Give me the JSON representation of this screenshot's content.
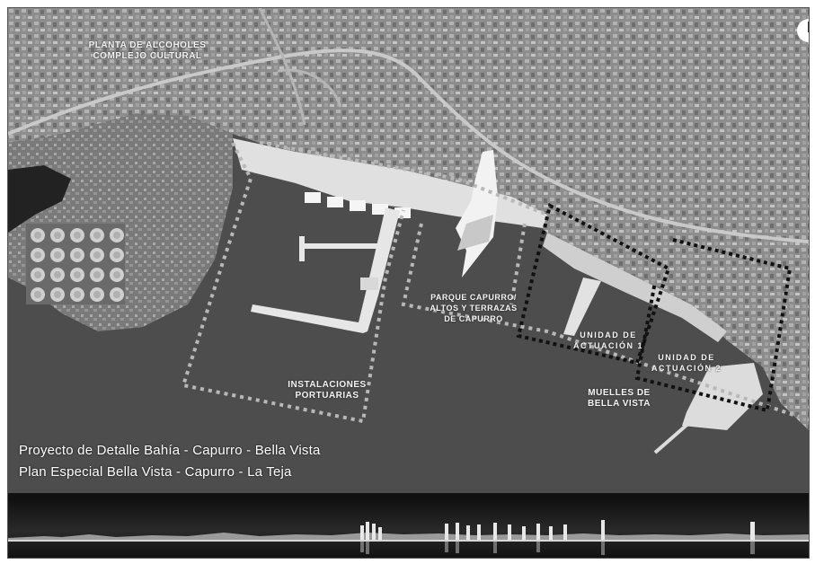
{
  "labels": {
    "planta": [
      "PLANTA DE ALCOHOLES",
      "COMPLEJO CULTURAL"
    ],
    "parque": [
      "PARQUE CAPURRO/",
      "ALTOS Y TERRAZAS",
      "DE CAPURRO"
    ],
    "instalaciones": [
      "INSTALACIONES",
      "PORTUARIAS"
    ],
    "unidad1": [
      "UNIDAD DE",
      "ACTUACIÓN 1"
    ],
    "unidad2": [
      "UNIDAD DE",
      "ACTUACIÓN 2"
    ],
    "muelles": [
      "MUELLES DE",
      "BELLA VISTA"
    ]
  },
  "captions": {
    "line1": "Proyecto de Detalle Bahía - Capurro - Bella Vista",
    "line2": "Plan Especial Bella Vista - Capurro - La Teja"
  },
  "icons": {
    "north": "north-arrow-icon"
  },
  "colors": {
    "water": "#4d4d4d",
    "land": "#8a8a8a",
    "project": "#e2e2e2",
    "boundary_light": "#b5b5b5",
    "boundary_dark": "#111111"
  }
}
